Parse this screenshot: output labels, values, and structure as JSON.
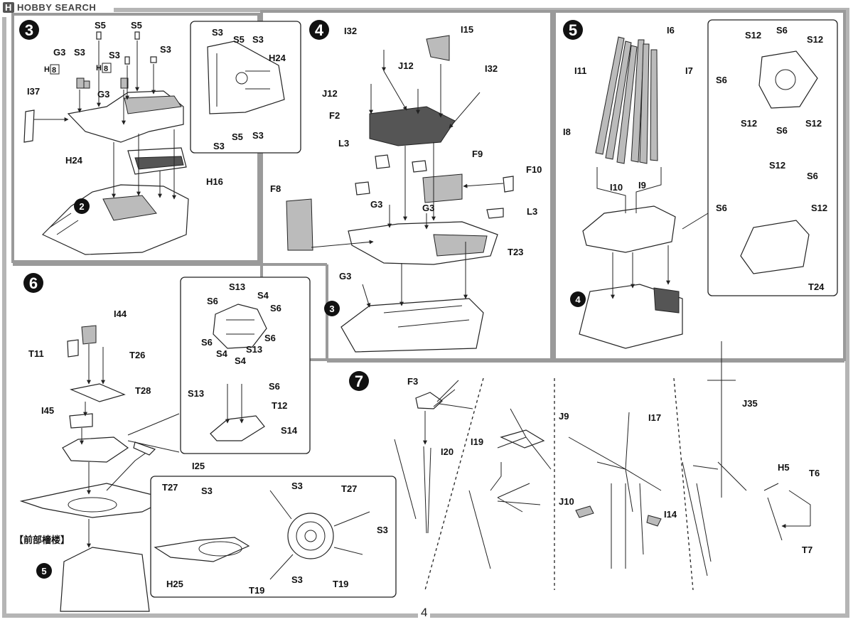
{
  "watermark": {
    "badge": "H",
    "text": "HOBBY SEARCH"
  },
  "page_number": "4",
  "steps": {
    "s3": {
      "number": "3",
      "sub": "2"
    },
    "s4": {
      "number": "4",
      "sub": "3"
    },
    "s5": {
      "number": "5",
      "sub": "4"
    },
    "s6": {
      "number": "6",
      "sub": "5",
      "caption": "【前部檣楼】"
    },
    "s7": {
      "number": "7"
    }
  },
  "labels": {
    "s3": [
      "S5",
      "S5",
      "G3",
      "S3",
      "S3",
      "S3",
      "H",
      "8",
      "H",
      "8",
      "G3",
      "I37",
      "H24",
      "H16"
    ],
    "s3_inset": [
      "S3",
      "S5",
      "S3",
      "H24",
      "S5",
      "S3",
      "S3"
    ],
    "s4": [
      "I32",
      "I15",
      "J12",
      "I32",
      "J12",
      "F2",
      "F9",
      "F10",
      "L3",
      "F8",
      "G3",
      "G3",
      "L3",
      "T23",
      "G3"
    ],
    "s5": [
      "I6",
      "I11",
      "I7",
      "I8",
      "I10",
      "I9"
    ],
    "s5_inset": [
      "S12",
      "S6",
      "S12",
      "S6",
      "S12",
      "S6",
      "S12",
      "S12",
      "S6",
      "S6",
      "S12",
      "T24"
    ],
    "s6": [
      "I44",
      "T11",
      "T26",
      "T28",
      "I45",
      "I25"
    ],
    "s6_inset_top": [
      "S13",
      "S6",
      "S4",
      "S6",
      "S6",
      "S6",
      "S4",
      "S13",
      "S4",
      "S6",
      "S13",
      "T12",
      "S14"
    ],
    "s6_inset_bottom": [
      "T27",
      "S3",
      "H25",
      "T19",
      "S3",
      "T27",
      "S3",
      "S3",
      "T19"
    ],
    "s7": [
      "F3",
      "I20",
      "I19",
      "J9",
      "I17",
      "J10",
      "I14",
      "J35",
      "H5",
      "T6",
      "T7"
    ]
  },
  "colors": {
    "line": "#222222",
    "panel_border": "#999999",
    "frame": "#b5b5b5",
    "step_badge": "#111111"
  }
}
